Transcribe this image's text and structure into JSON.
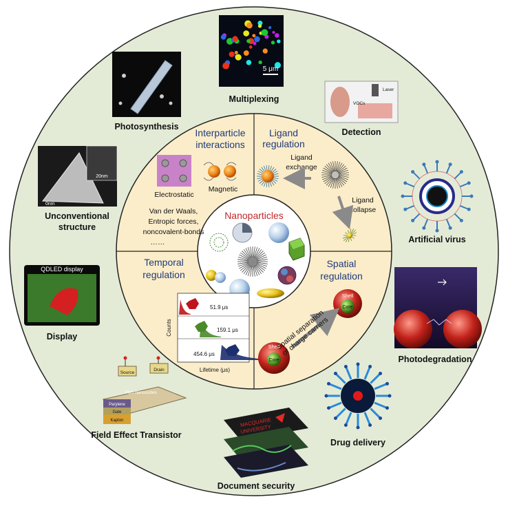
{
  "center": {
    "title": "Nanoparticles"
  },
  "quadrants": {
    "interparticle": {
      "title_line1": "Interparticle",
      "title_line2": "interactions",
      "electrostatic": "Electrostatic",
      "magnetic": "Magnetic",
      "forces": [
        "Van der Waals,",
        "Entropic forces,",
        "noncovalent-bonds",
        "……"
      ]
    },
    "ligand": {
      "title_line1": "Ligand",
      "title_line2": "regulation",
      "exchange_line1": "Ligand",
      "exchange_line2": "exchange",
      "collapse_line1": "Ligand",
      "collapse_line2": "collapse"
    },
    "temporal": {
      "title_line1": "Temporal",
      "title_line2": "regulation",
      "y_axis": "Counts",
      "x_axis": "Lifetime (μs)",
      "lifetimes": [
        "51.9 μs",
        "159.1 μs",
        "454.6 μs"
      ],
      "lifetime_values": [
        51.9,
        159.1,
        454.6
      ],
      "decay_colors": [
        "#c0141c",
        "#4a8a2a",
        "#1c2f6e"
      ]
    },
    "spatial": {
      "title_line1": "Spatial",
      "title_line2": "regulation",
      "shell": "Shell",
      "core": "Core",
      "arrow_line1": "Spatial separation",
      "arrow_line2": "of charge carriers"
    }
  },
  "applications": {
    "multiplexing": {
      "label": "Multiplexing",
      "scale": "5 μm"
    },
    "photosynthesis": {
      "label": "Photosynthesis"
    },
    "detection": {
      "label": "Detection",
      "tag_vocs": "VOCs",
      "tag_laser": "Laser"
    },
    "unconventional": {
      "label_line1": "Unconventional",
      "label_line2": "structure",
      "scale1": "20nm",
      "scale2": "0nm"
    },
    "artificial_virus": {
      "label": "Artificial virus"
    },
    "display": {
      "label": "Display",
      "screen_title": "QDLED display"
    },
    "photodegradation": {
      "label": "Photodegradation"
    },
    "fet": {
      "label": "Field Effect Transistor",
      "layers": [
        "Source",
        "Drain",
        "PbS nanocubes",
        "Parylene",
        "Gate",
        "Kapton"
      ]
    },
    "drug_delivery": {
      "label": "Drug delivery"
    },
    "document_security": {
      "label": "Document security",
      "logo_line1": "MACQUARIE",
      "logo_line2": "UNIVERSITY"
    }
  },
  "colors": {
    "outer_ring": "#e3ebd7",
    "inner_disc": "#fbedca",
    "center_disc": "#ffffff",
    "title_blue": "#1f3a7a",
    "center_title_red": "#c0282b"
  }
}
